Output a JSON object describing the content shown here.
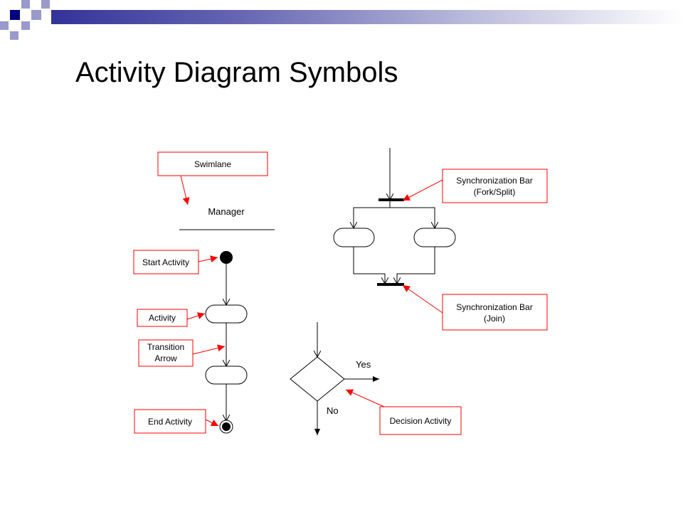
{
  "slide": {
    "title": "Activity Diagram Symbols",
    "colors": {
      "accent_dark": "#000080",
      "accent_light": "#9999cc",
      "callout_red": "#ff0000"
    }
  },
  "diagram": {
    "swimlane_name": "Manager",
    "labels": {
      "swimlane": "Swimlane",
      "start_activity": "Start Activity",
      "activity": "Activity",
      "transition_arrow_line1": "Transition",
      "transition_arrow_line2": "Arrow",
      "end_activity": "End Activity",
      "sync_fork_line1": "Synchronization Bar",
      "sync_fork_line2": "(Fork/Split)",
      "sync_join_line1": "Synchronization Bar",
      "sync_join_line2": "(Join)",
      "decision_activity": "Decision Activity"
    },
    "decision": {
      "yes": "Yes",
      "no": "No"
    }
  }
}
